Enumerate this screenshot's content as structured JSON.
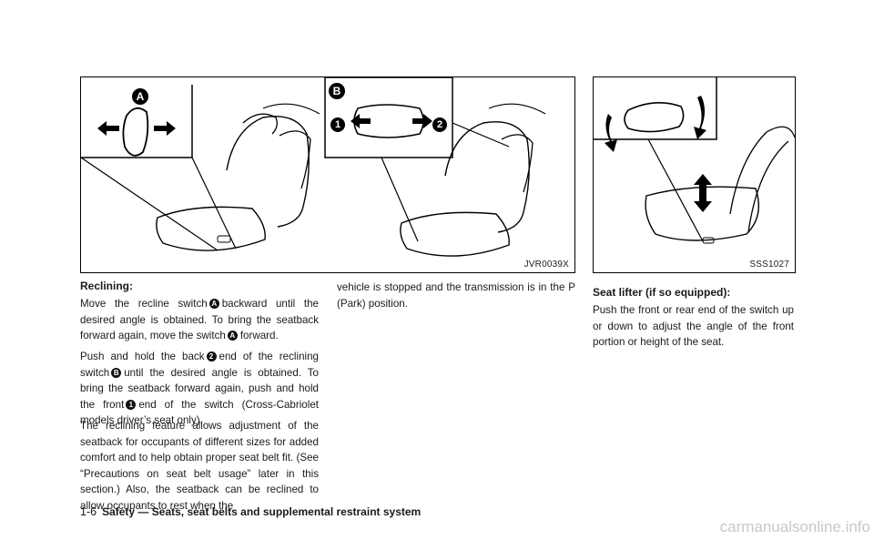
{
  "figures": [
    {
      "code": "JVR0039X",
      "labels": [
        "A",
        "B",
        "1",
        "2"
      ]
    },
    {
      "code": "SSS1027"
    }
  ],
  "col1": {
    "heading": "Reclining:",
    "p1": [
      "Move the recline switch",
      "backward until the desired angle is obtained. To bring the seatback forward again, move the switch",
      "forward."
    ],
    "p1_badges": [
      "A",
      "A"
    ],
    "p2": [
      "Push and hold the back",
      "end of the reclining switch",
      "until the desired angle is obtained. To bring the seatback forward again, push and hold the front",
      "end of the switch (Cross-Cabriolet models driver’s seat only)."
    ],
    "p2_badges": [
      "2",
      "B",
      "1"
    ],
    "p3": "The reclining feature allows adjustment of the seatback for occupants of different sizes for added comfort and to help obtain proper seat belt fit. (See “Precautions on seat belt usage” later in this section.) Also, the seatback can be reclined to allow occupants to rest when the"
  },
  "col2": {
    "p1": "vehicle is stopped and the transmission is in the P (Park) position."
  },
  "col3": {
    "heading": "Seat lifter (if so equipped):",
    "p1": "Push the front or rear end of the switch up or down to adjust the angle of the front portion or height of the seat."
  },
  "footer": {
    "page": "1-6",
    "title": "Safety — Seats, seat belts and supplemental restraint system"
  },
  "watermark": "carmanualsonline.info"
}
